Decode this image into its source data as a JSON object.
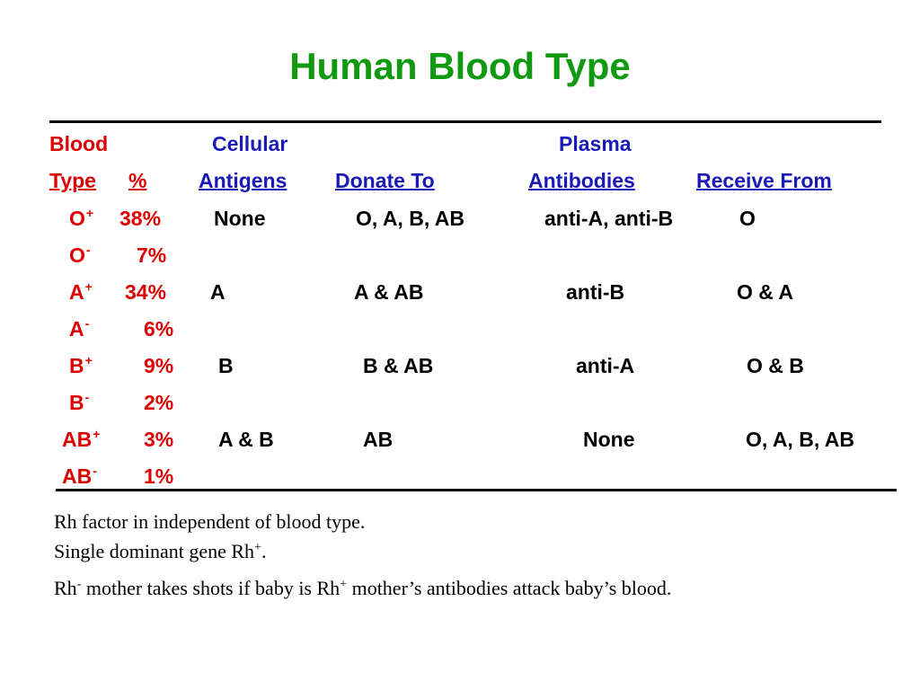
{
  "title": "Human Blood Type",
  "header": {
    "row1": {
      "blood": "Blood",
      "cellular": "Cellular",
      "plasma": "Plasma"
    },
    "row2": {
      "type": "Type",
      "percent": "%",
      "antigens": "Antigens",
      "donate_to": "Donate To",
      "antibodies": "Antibodies",
      "receive_from": "Receive From"
    }
  },
  "rows": [
    {
      "type": "O",
      "rh": "+",
      "percent": "38%",
      "antigens": "None",
      "donate_to": "O, A, B, AB",
      "antibodies": "anti-A, anti-B",
      "receive_from": "O"
    },
    {
      "type": "O",
      "rh": "-",
      "percent": "7%"
    },
    {
      "type": "A",
      "rh": "+",
      "percent": "34%",
      "antigens": "A",
      "donate_to": "A & AB",
      "antibodies": "anti-B",
      "receive_from": "O & A"
    },
    {
      "type": "A",
      "rh": "-",
      "percent": "6%"
    },
    {
      "type": "B",
      "rh": "+",
      "percent": "9%",
      "antigens": "B",
      "donate_to": "B & AB",
      "antibodies": "anti-A",
      "receive_from": "O & B"
    },
    {
      "type": "B",
      "rh": "-",
      "percent": "2%"
    },
    {
      "type": "AB",
      "rh": "+",
      "percent": "3%",
      "antigens": "A & B",
      "donate_to": "AB",
      "antibodies": "None",
      "receive_from": "O, A, B, AB"
    },
    {
      "type": "AB",
      "rh": "-",
      "percent": "1%"
    }
  ],
  "notes": {
    "line1": "Rh factor in independent of blood type.",
    "line2_text": "Single dominant gene Rh",
    "line2_sup": "+",
    "line2_end": ".",
    "line3_a": "Rh",
    "line3_sup1": "-",
    "line3_b": " mother takes shots if baby is Rh",
    "line3_sup2": "+",
    "line3_c": " mother’s antibodies attack baby’s blood."
  },
  "colors": {
    "title": "#119911",
    "blood_type_column": "#dd0000",
    "header": "#1a1ab8",
    "body_text": "#000000"
  }
}
